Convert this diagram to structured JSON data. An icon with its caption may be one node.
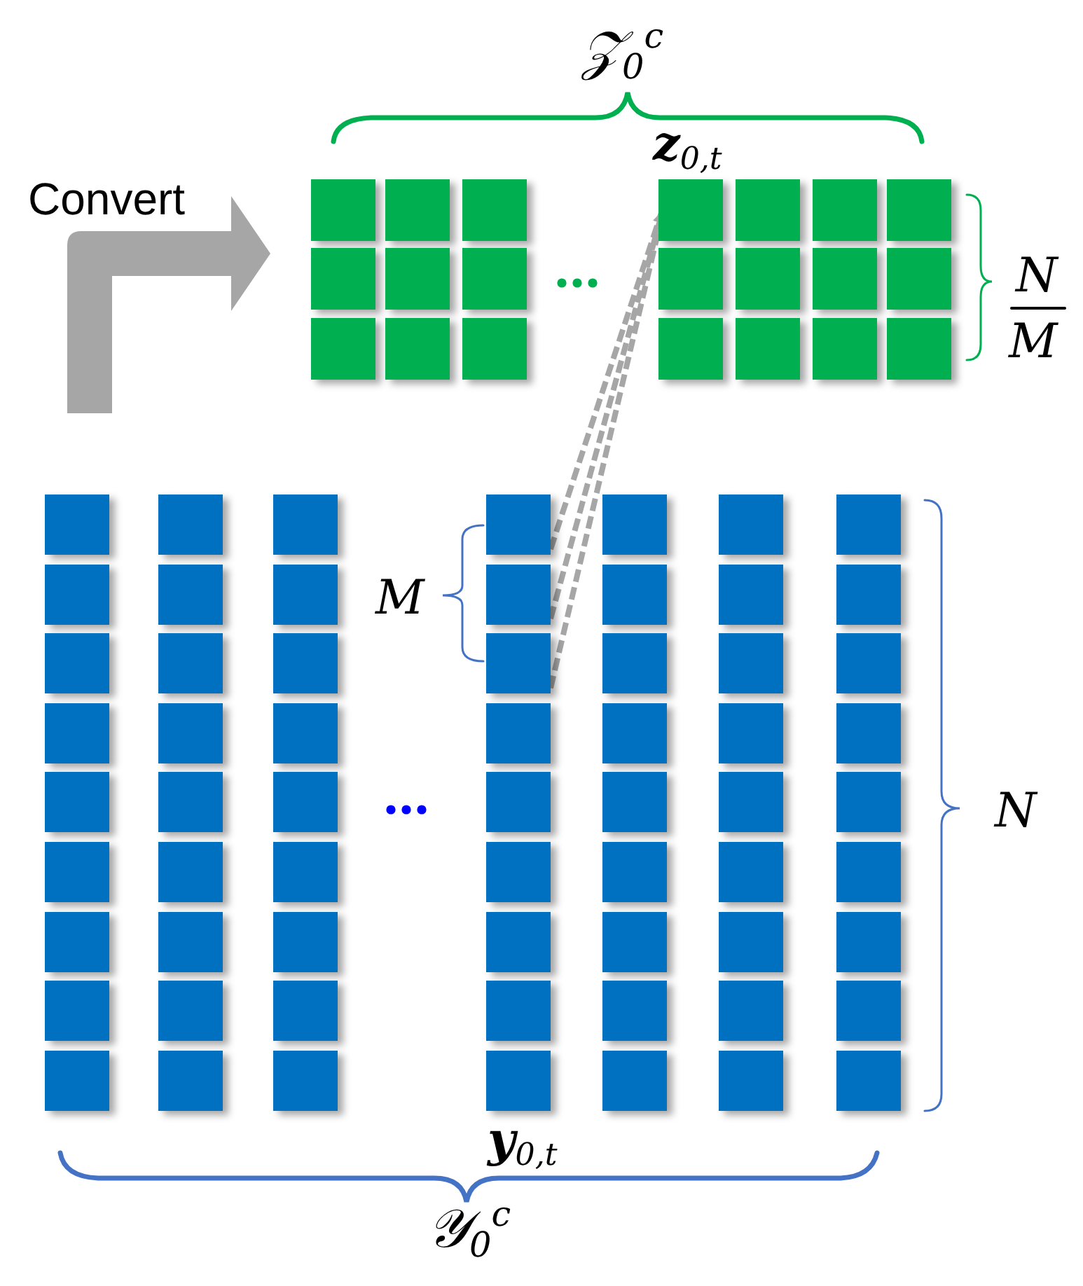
{
  "diagram": {
    "nodes": [
      {
        "text": [],
        "shape": "box"
      },
      {
        "text": [],
        "shape": "box"
      },
      {
        "text": [],
        "shape": "box"
      },
      {
        "text": [],
        "shape": "box",
        "beside": [
          "**z**$_{0,t}$"
        ]
      },
      {
        "text": [],
        "shape": "box"
      },
      {
        "text": [],
        "shape": "box"
      },
      {
        "text": [],
        "shape": "box"
      },
      {
        "text": [],
        "shape": "box"
      },
      {
        "text": [],
        "shape": "box"
      },
      {
        "text": [],
        "shape": "box"
      },
      {
        "text": [],
        "shape": "box"
      },
      {
        "text": [],
        "shape": "box"
      },
      {
        "text": [],
        "shape": "box"
      },
      {
        "text": [],
        "shape": "box"
      },
      {
        "text": [],
        "shape": "box"
      },
      {
        "text": [],
        "shape": "box"
      },
      {
        "text": [],
        "shape": "box"
      },
      {
        "text": [],
        "shape": "box"
      },
      {
        "text": [],
        "shape": "box"
      },
      {
        "text": [],
        "shape": "box"
      },
      {
        "text": [],
        "shape": "box"
      },
      {
        "text": [],
        "shape": "box"
      },
      {
        "text": [],
        "shape": "box"
      },
      {
        "text": [],
        "shape": "box"
      },
      {
        "text": [],
        "shape": "box"
      },
      {
        "text": [],
        "shape": "box"
      },
      {
        "text": [],
        "shape": "box"
      },
      {
        "text": [],
        "shape": "box"
      },
      {
        "text": [],
        "shape": "box"
      },
      {
        "text": [],
        "shape": "box"
      },
      {
        "text": [],
        "shape": "box"
      },
      {
        "text": [],
        "shape": "box"
      },
      {
        "text": [],
        "shape": "box"
      },
      {
        "text": [],
        "shape": "box"
      },
      {
        "text": [],
        "shape": "box"
      },
      {
        "text": [],
        "shape": "box"
      },
      {
        "text": [],
        "shape": "box"
      },
      {
        "text": [],
        "shape": "box"
      },
      {
        "text": [],
        "shape": "box"
      },
      {
        "text": [],
        "shape": "box"
      },
      {
        "text": [],
        "shape": "box"
      },
      {
        "text": [],
        "shape": "box"
      },
      {
        "text": [],
        "shape": "box"
      },
      {
        "text": [],
        "shape": "box"
      },
      {
        "text": [],
        "shape": "box"
      },
      {
        "text": [],
        "shape": "box"
      },
      {
        "text": [],
        "shape": "box"
      },
      {
        "text": [],
        "shape": "box"
      },
      {
        "text": [],
        "shape": "box"
      },
      {
        "text": [],
        "shape": "box"
      },
      {
        "text": [],
        "shape": "box"
      },
      {
        "text": [],
        "shape": "box"
      },
      {
        "text": [],
        "shape": "box"
      },
      {
        "text": [],
        "shape": "box"
      },
      {
        "text": [],
        "shape": "box"
      },
      {
        "text": [],
        "shape": "box"
      },
      {
        "text": [],
        "shape": "box"
      },
      {
        "text": [],
        "shape": "box"
      },
      {
        "text": [],
        "shape": "box"
      },
      {
        "text": [],
        "shape": "box"
      },
      {
        "text": [],
        "shape": "box"
      },
      {
        "text": [],
        "shape": "box"
      },
      {
        "text": [],
        "shape": "box"
      },
      {
        "text": [],
        "shape": "box"
      },
      {
        "text": [],
        "shape": "box"
      },
      {
        "text": [],
        "shape": "box"
      },
      {
        "text": [],
        "shape": "box"
      },
      {
        "text": [],
        "shape": "box"
      },
      {
        "text": [],
        "shape": "box"
      },
      {
        "text": [],
        "shape": "box"
      },
      {
        "text": [],
        "shape": "box"
      },
      {
        "text": [],
        "shape": "box"
      },
      {
        "text": [],
        "shape": "box"
      },
      {
        "text": [],
        "shape": "box"
      },
      {
        "text": [],
        "shape": "box"
      },
      {
        "text": [],
        "shape": "box"
      },
      {
        "text": [],
        "shape": "box"
      },
      {
        "text": [],
        "shape": "box"
      },
      {
        "text": [],
        "shape": "box"
      },
      {
        "text": [],
        "shape": "box"
      },
      {
        "text": [],
        "shape": "box"
      },
      {
        "text": [],
        "shape": "box"
      },
      {
        "text": [],
        "shape": "box"
      },
      {
        "text": [],
        "shape": "box"
      }
    ],
    "edges": [
      {
        "from": 24,
        "to": 3,
        "arrow": "to",
        "style": "dashed"
      },
      {
        "from": 31,
        "to": 3,
        "arrow": "to",
        "style": "dashed"
      },
      {
        "from": 38,
        "to": 3,
        "arrow": "to",
        "style": "dashed"
      }
    ],
    "labels": [
      "𝒵$_{0}$$^{c}$",
      "Convert",
      "N",
      "M",
      "M",
      "N",
      "**y**$_{0,t}$",
      "𝒴$_{0}$$^{c}$"
    ]
  }
}
